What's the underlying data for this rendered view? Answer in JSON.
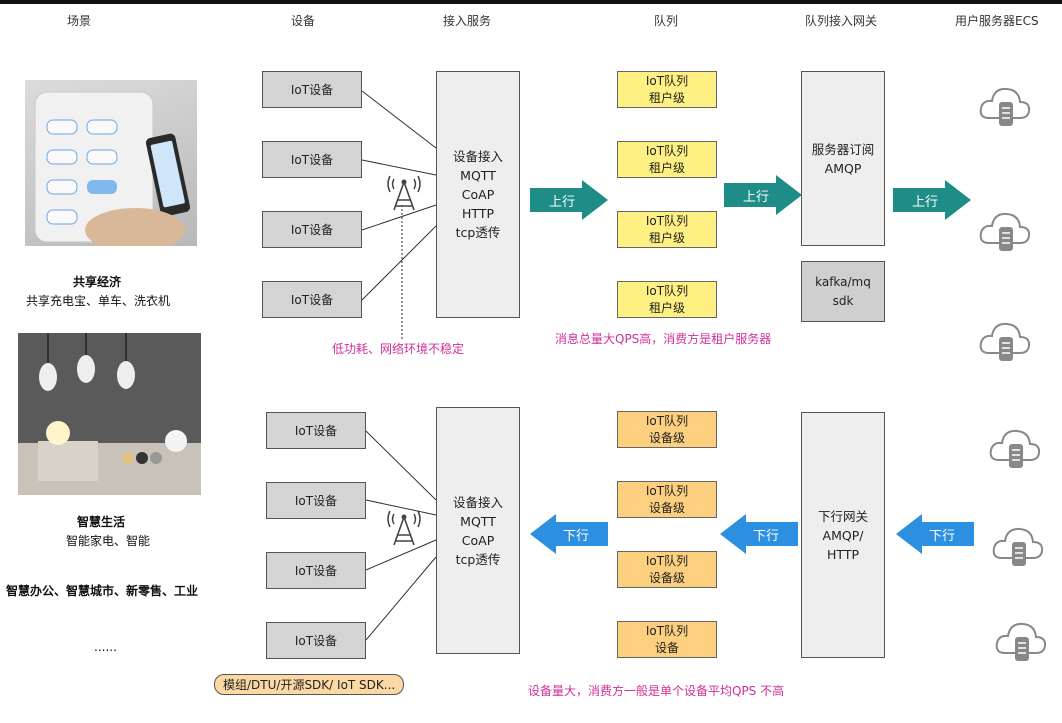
{
  "headers": {
    "scene": "场景",
    "device": "设备",
    "access": "接入服务",
    "queue": "队列",
    "gateway": "队列接入网关",
    "ecs": "用户服务器ECS"
  },
  "scenes": [
    {
      "title": "共享经济",
      "subtitle": "共享充电宝、单车、洗衣机"
    },
    {
      "title": "智慧生活",
      "subtitle": "智能家电、智能"
    },
    {
      "title": "智慧办公、智慧城市、新零售、工业",
      "subtitle": ""
    },
    {
      "title": "......",
      "subtitle": ""
    }
  ],
  "top": {
    "devices": [
      "IoT设备",
      "IoT设备",
      "IoT设备",
      "IoT设备"
    ],
    "access_lines": [
      "设备接入",
      "MQTT",
      "CoAP",
      "HTTP",
      "tcp透传"
    ],
    "queues": [
      {
        "line1": "IoT队列",
        "line2": "租户级"
      },
      {
        "line1": "IoT队列",
        "line2": "租户级"
      },
      {
        "line1": "IoT队列",
        "line2": "租户级"
      },
      {
        "line1": "IoT队列",
        "line2": "租户级"
      }
    ],
    "gateway_lines": [
      "服务器订阅",
      "AMQP"
    ],
    "sdk_lines": [
      "kafka/mq",
      "sdk"
    ],
    "arrow_label": "上行",
    "note_device": "低功耗、网络环境不稳定",
    "note_queue": "消息总量大QPS高，消费方是租户服务器"
  },
  "bottom": {
    "devices": [
      "IoT设备",
      "IoT设备",
      "IoT设备",
      "IoT设备"
    ],
    "access_lines": [
      "设备接入",
      "MQTT",
      "CoAP",
      "tcp透传"
    ],
    "queues": [
      {
        "line1": "IoT队列",
        "line2": "设备级"
      },
      {
        "line1": "IoT队列",
        "line2": "设备级"
      },
      {
        "line1": "IoT队列",
        "line2": "设备级"
      },
      {
        "line1": "IoT队列",
        "line2": "设备"
      }
    ],
    "gateway_lines": [
      "下行网关",
      "AMQP/",
      "HTTP"
    ],
    "arrow_label": "下行",
    "pill": "模组/DTU/开源SDK/ IoT SDK...",
    "note_queue": "设备量大，消费方一般是单个设备平均QPS 不高"
  },
  "colors": {
    "up_arrow": "#1e8c87",
    "down_arrow": "#2d8fe0",
    "note": "#d0309a",
    "queue_top": "#fef082",
    "queue_bottom": "#fdd080"
  },
  "icons": {
    "antenna": "antenna-icon",
    "cloud_server": "cloud-server-icon"
  }
}
